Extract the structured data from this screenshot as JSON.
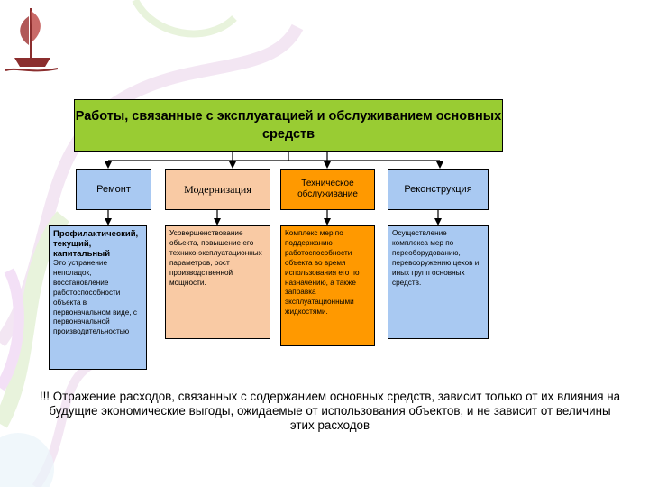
{
  "diagram": {
    "title": "Работы, связанные с эксплуатацией и обслуживанием основных средств",
    "categories": [
      {
        "label": "Ремонт",
        "description_bold": "Профилактический, текущий, капитальный",
        "description": "Это устранение неполадок, восстановление работоспособности объекта в первоначальном виде, с первоначальной производительностью"
      },
      {
        "label": "Модернизация",
        "description": "Усовершенствование объекта, повышение его технико-эксплуатационных параметров, рост производственной мощности."
      },
      {
        "label": "Техническое обслуживание",
        "description": "Комплекс мер по поддержанию работоспособности объекта во время использования его по назначению, а также заправка эксплуатационными жидкостями."
      },
      {
        "label": "Реконструкция",
        "description": "Осуществление комплекса мер по переоборудованию, перевооружению цехов и иных групп основных средств."
      }
    ]
  },
  "note": "!!! Отражение расходов, связанных с содержанием основных средств, зависит только от их влияния на будущие экономические выгоды, ожидаемые от использования объектов, и не зависит от величины этих расходов",
  "colors": {
    "title_box": "#99cc33",
    "blue_box": "#a9c9f2",
    "peach_box": "#f9caa4",
    "orange_box": "#ff9900"
  },
  "icons": {
    "logo": "sailing-ship-icon"
  }
}
